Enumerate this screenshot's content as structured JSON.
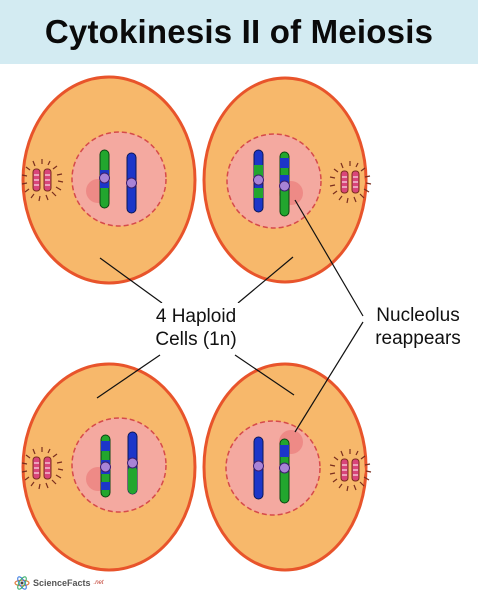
{
  "title": "Cytokinesis II of Meiosis",
  "labels": {
    "haploid_line1": "4 Haploid",
    "haploid_line2": "Cells (1n)",
    "nucleolus_line1": "Nucleolus",
    "nucleolus_line2": "reappears"
  },
  "watermark": {
    "brand": "ScienceFacts",
    "suffix": ".net"
  },
  "colors": {
    "cytoplasm": "#f7b86b",
    "cell_border": "#e8542b",
    "nucleus": "#f4a9a0",
    "nuclear_envelope": "#d64a4a",
    "nucleolus": "#ee8a86",
    "chromatid_green": "#22a62e",
    "chromatid_blue": "#1c36c9",
    "centromere": "#a883d6",
    "centriole": "#d9457a",
    "title_bar": "#d3ebf2"
  }
}
